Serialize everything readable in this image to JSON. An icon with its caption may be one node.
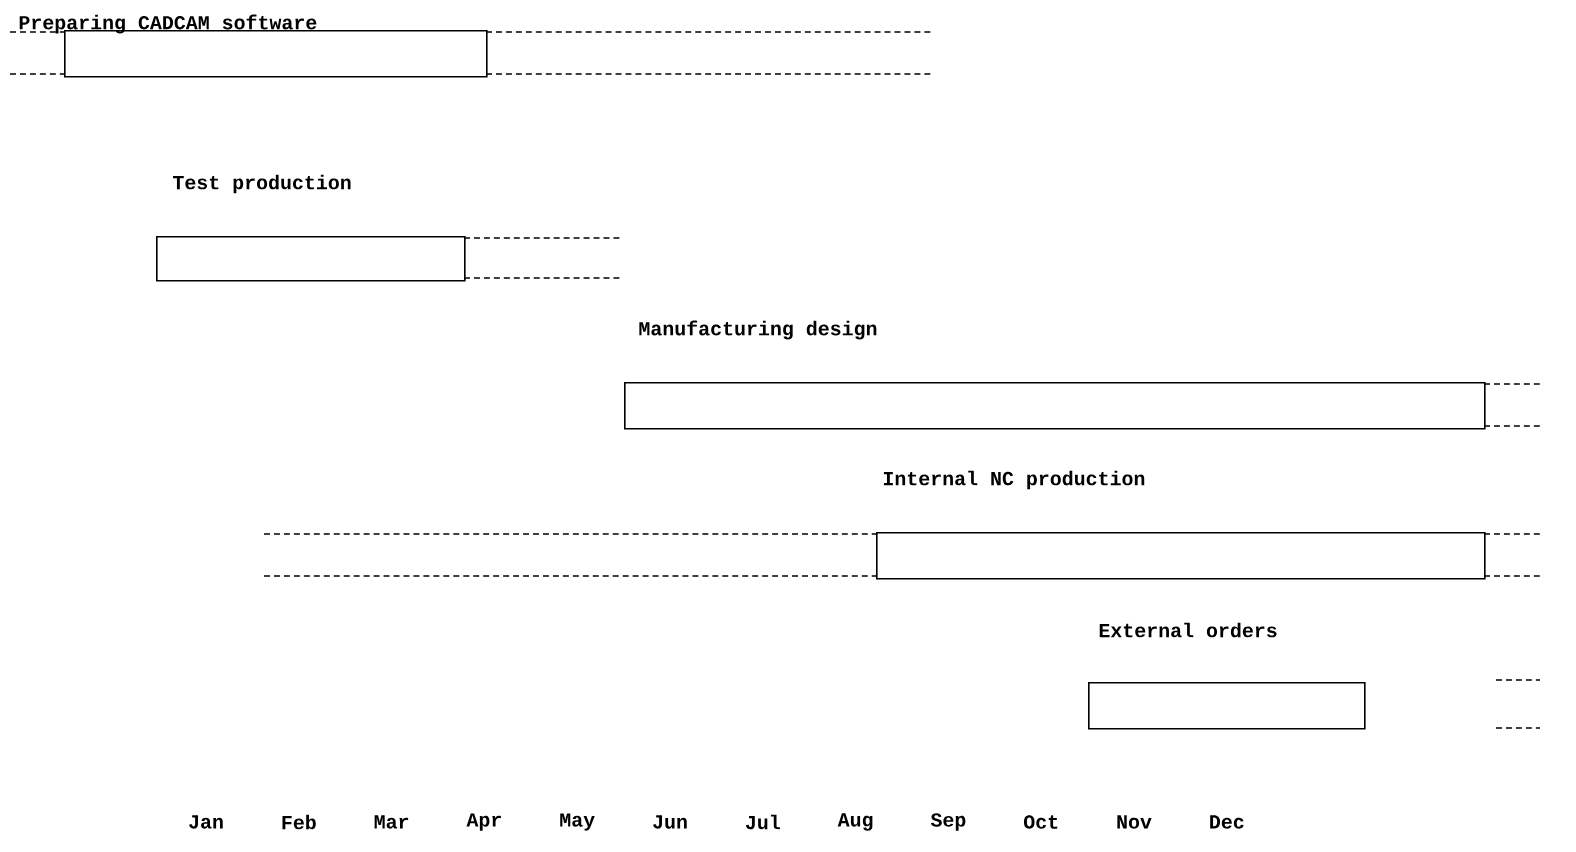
{
  "diagram": {
    "nodes": [
      {
        "text": [
          "Preparing CADCAM software"
        ]
      },
      {
        "text": [
          "Test production"
        ]
      },
      {
        "text": [
          "Manufacturing design"
        ]
      },
      {
        "text": [
          "Internal NC production"
        ]
      },
      {
        "text": [
          "External orders"
        ]
      }
    ],
    "labels": [
      "Jan",
      "Feb",
      "Mar",
      "Apr",
      "May",
      "Jun",
      "Jul",
      "Aug",
      "Sep",
      "Oct",
      "Nov",
      "Dec"
    ]
  }
}
